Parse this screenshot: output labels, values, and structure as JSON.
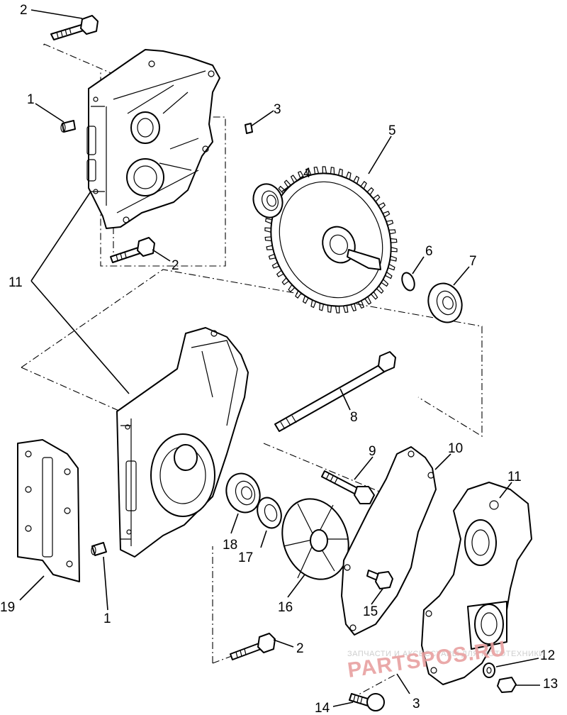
{
  "callouts": {
    "c2_top": "2",
    "c1_top": "1",
    "c3_top": "3",
    "c4": "4",
    "c5": "5",
    "c6": "6",
    "c7": "7",
    "c2_mid": "2",
    "c11_left": "11",
    "c8": "8",
    "c9": "9",
    "c10": "10",
    "c11_right": "11",
    "c18": "18",
    "c17": "17",
    "c16": "16",
    "c15": "15",
    "c19": "19",
    "c1_bottom": "1",
    "c2_bottom": "2",
    "c12": "12",
    "c13": "13",
    "c14": "14",
    "c3_bottom": "3"
  },
  "watermark": {
    "line1": "ЗАПЧАСТИ И АКСЕССУАРЫ ДЛЯ МОТОТЕХНИКИ",
    "line2": "PARTSPOS.RU"
  }
}
